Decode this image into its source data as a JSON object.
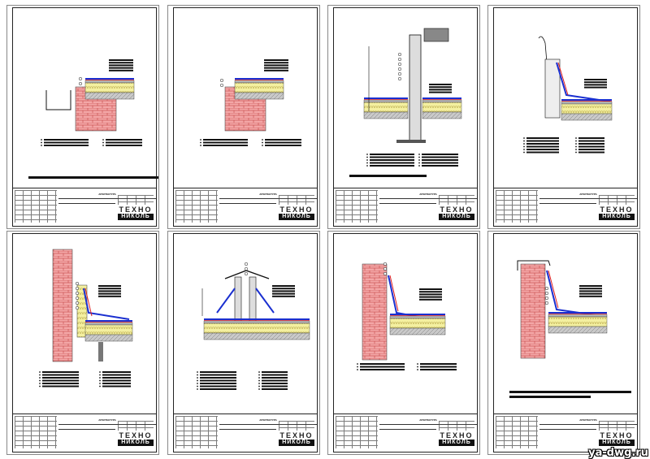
{
  "sheets": [
    {
      "header": "АРХИТЕКТУРА",
      "title": "",
      "sheet_no": "",
      "logo_top": "ТЕХНО",
      "logo_bottom": "НИКОЛЬ"
    },
    {
      "header": "АРХИТЕКТУРА",
      "title": "",
      "sheet_no": "",
      "logo_top": "ТЕХНО",
      "logo_bottom": "НИКОЛЬ"
    },
    {
      "header": "АРХИТЕКТУРА",
      "title": "",
      "sheet_no": "",
      "logo_top": "ТЕХНО",
      "logo_bottom": "НИКОЛЬ"
    },
    {
      "header": "АРХИТЕКТУРА",
      "title": "",
      "sheet_no": "",
      "logo_top": "ТЕХНО",
      "logo_bottom": "НИКОЛЬ"
    },
    {
      "header": "АРХИТЕКТУРА",
      "title": "",
      "sheet_no": "",
      "logo_top": "ТЕХНО",
      "logo_bottom": "НИКОЛЬ"
    },
    {
      "header": "АРХИТЕКТУРА",
      "title": "",
      "sheet_no": "",
      "logo_top": "ТЕХНО",
      "logo_bottom": "НИКОЛЬ"
    },
    {
      "header": "АРХИТЕКТУРА",
      "title": "",
      "sheet_no": "",
      "logo_top": "ТЕХНО",
      "logo_bottom": "НИКОЛЬ"
    },
    {
      "header": "АРХИТЕКТУРА",
      "title": "",
      "sheet_no": "",
      "logo_top": "ТЕХНО",
      "logo_bottom": "НИКОЛЬ"
    }
  ],
  "watermark": "ya-dwg.ru",
  "colors": {
    "membrane_blue": "#1a2fd0",
    "membrane_red": "#e02020",
    "insulation_yellow": "#f4f0a0",
    "brick_pink": "#f3a6a6",
    "concrete_gray": "#c9c9c9",
    "ink": "#111111"
  }
}
